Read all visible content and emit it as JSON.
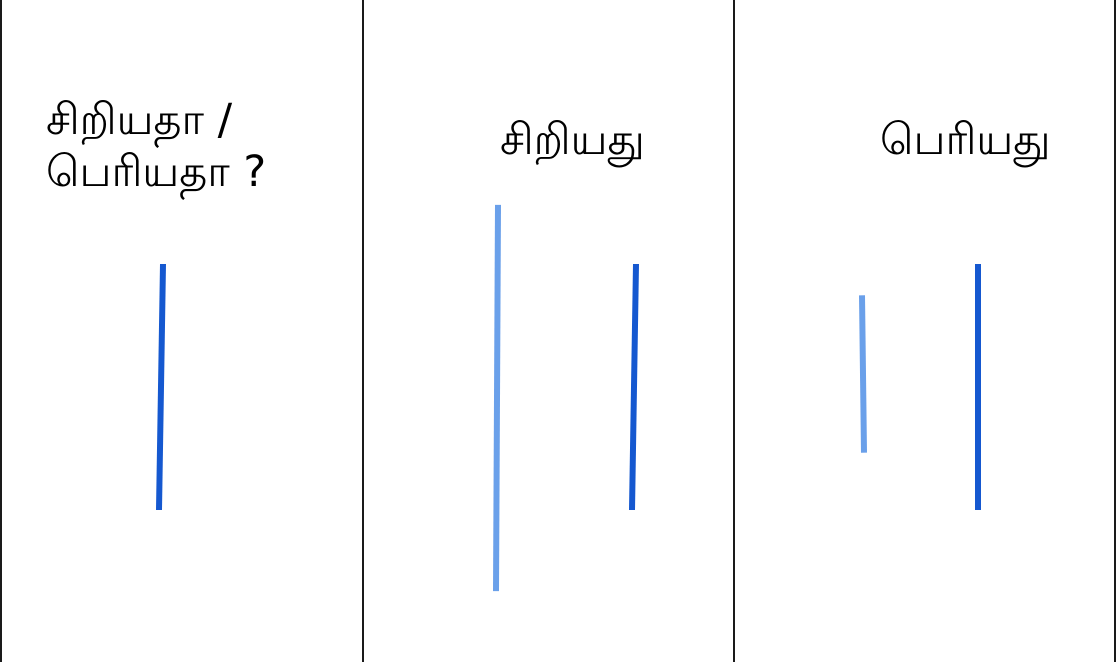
{
  "panels": [
    {
      "label_lines": [
        "சிறியதா /",
        "பெரியதா ?"
      ],
      "lines": [
        {
          "role": "reference",
          "color": "#1558d0",
          "length": 1.0
        }
      ]
    },
    {
      "label": "சிறியது",
      "lines": [
        {
          "role": "comparison",
          "color": "#6aa0ea",
          "length": 1.57
        },
        {
          "role": "reference",
          "color": "#1558d0",
          "length": 1.0
        }
      ]
    },
    {
      "label": "பெரியது",
      "lines": [
        {
          "role": "comparison",
          "color": "#6aa0ea",
          "length": 0.64
        },
        {
          "role": "reference",
          "color": "#1558d0",
          "length": 1.0
        }
      ]
    }
  ]
}
